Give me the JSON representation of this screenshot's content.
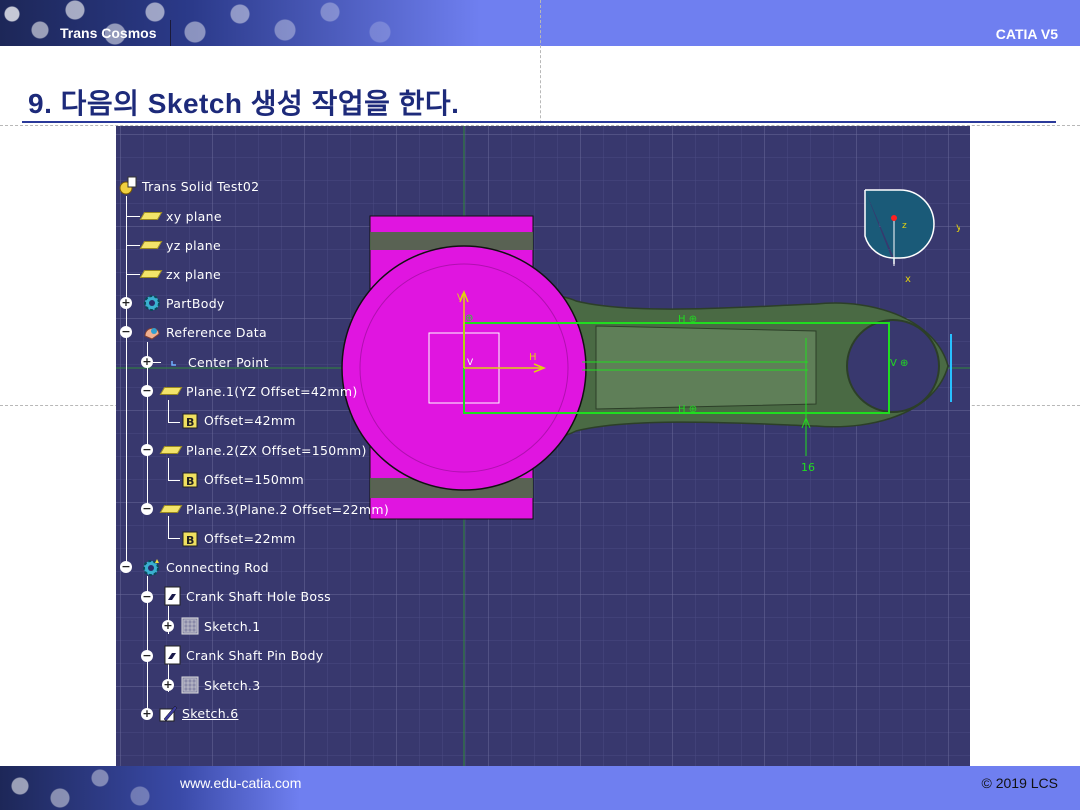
{
  "header": {
    "left_text": "Trans Cosmos",
    "right_text": "CATIA V5"
  },
  "title": "9. 다음의 Sketch 생성 작업을 한다.",
  "footer": {
    "left_text": "www.edu-catia.com",
    "right_text": "© 2019 LCS"
  },
  "colors": {
    "banner": "#6f7ff0",
    "viewport_bg": "#38386e",
    "title": "#1d2a7a",
    "part_magenta": "#e015e0",
    "rod_green": "#4a6a44",
    "sketch_green": "#20dd20"
  },
  "tree": {
    "root": "Trans Solid Test02",
    "items": [
      {
        "label": "xy plane",
        "icon": "plane-icon"
      },
      {
        "label": "yz plane",
        "icon": "plane-icon"
      },
      {
        "label": "zx plane",
        "icon": "plane-icon"
      },
      {
        "label": "PartBody",
        "icon": "body-gear-icon"
      },
      {
        "label": "Reference Data",
        "icon": "geometrical-set-icon"
      },
      {
        "label": "Center Point",
        "icon": "point-icon"
      },
      {
        "label": "Plane.1(YZ Offset=42mm)",
        "icon": "plane-icon"
      },
      {
        "label": "Offset=42mm",
        "icon": "parameter-icon"
      },
      {
        "label": "Plane.2(ZX Offset=150mm)",
        "icon": "plane-icon"
      },
      {
        "label": "Offset=150mm",
        "icon": "parameter-icon"
      },
      {
        "label": "Plane.3(Plane.2 Offset=22mm)",
        "icon": "plane-icon"
      },
      {
        "label": "Offset=22mm",
        "icon": "parameter-icon"
      },
      {
        "label": "Connecting Rod",
        "icon": "body-gear-icon"
      },
      {
        "label": "Crank Shaft Hole Boss",
        "icon": "pad-icon"
      },
      {
        "label": "Sketch.1",
        "icon": "sketch-icon"
      },
      {
        "label": "Crank Shaft Pin Body",
        "icon": "pad-icon"
      },
      {
        "label": "Sketch.3",
        "icon": "sketch-icon"
      },
      {
        "label": "Sketch.6",
        "icon": "sketch-edit-icon"
      }
    ]
  },
  "sketch": {
    "axis_v": "V",
    "axis_h": "H",
    "dimension_16": "16"
  },
  "compass": {
    "z": "z",
    "y": "y",
    "x": "x"
  }
}
